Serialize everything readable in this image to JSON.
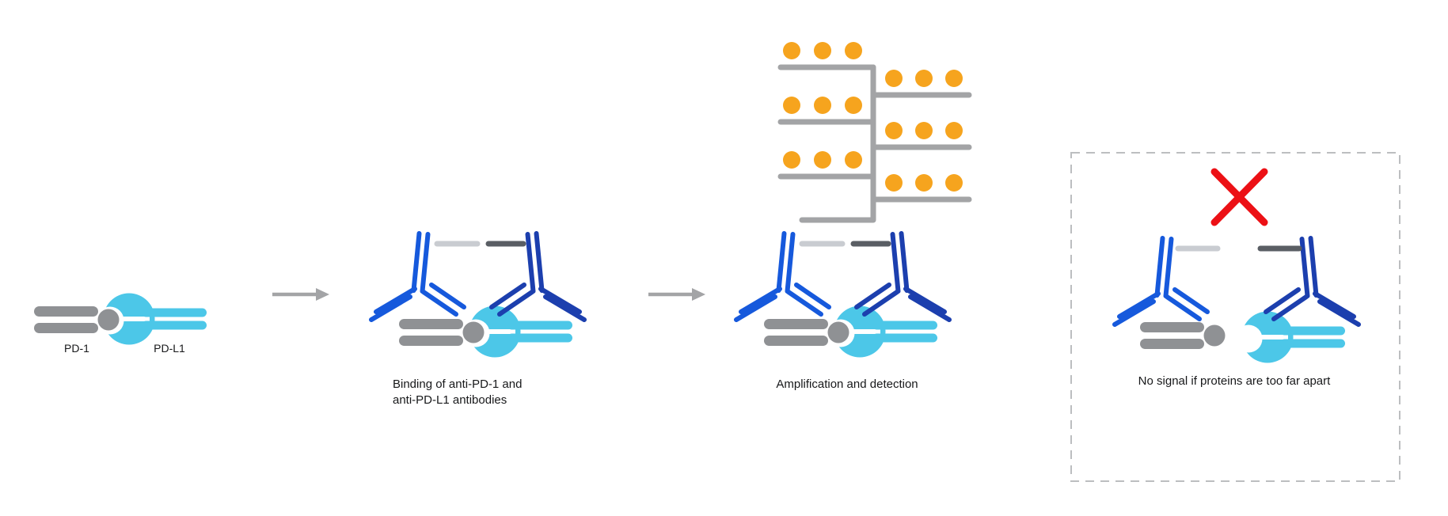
{
  "colors": {
    "bg": "#ffffff",
    "text": "#17181a",
    "cyan": "#4cc7e8",
    "gray": "#8f9194",
    "line-gray": "#a3a4a6",
    "probe-light": "#c9ccd1",
    "probe-dark": "#5a5e64",
    "blue-bright": "#1659dc",
    "blue-navy": "#1c3fae",
    "orange": "#f6a41e",
    "red": "#ec1015",
    "dash-border": "#bcbec0"
  },
  "icon_names": [
    "pd1-protein-icon",
    "pdl1-protein-icon",
    "antibody-icon",
    "oligo-probe-icon",
    "arrow-right-icon",
    "amplification-tree-icon",
    "fluorophore-dot-icon",
    "x-mark-icon"
  ],
  "panel1": {
    "pd1_label": "PD-1",
    "pdl1_label": "PD-L1"
  },
  "panel2": {
    "caption_line1": "Binding of anti-PD-1 and",
    "caption_line2": "anti-PD-L1 antibodies"
  },
  "panel3": {
    "caption": "Amplification and detection"
  },
  "panel4": {
    "caption": "No signal if proteins are too far apart"
  }
}
